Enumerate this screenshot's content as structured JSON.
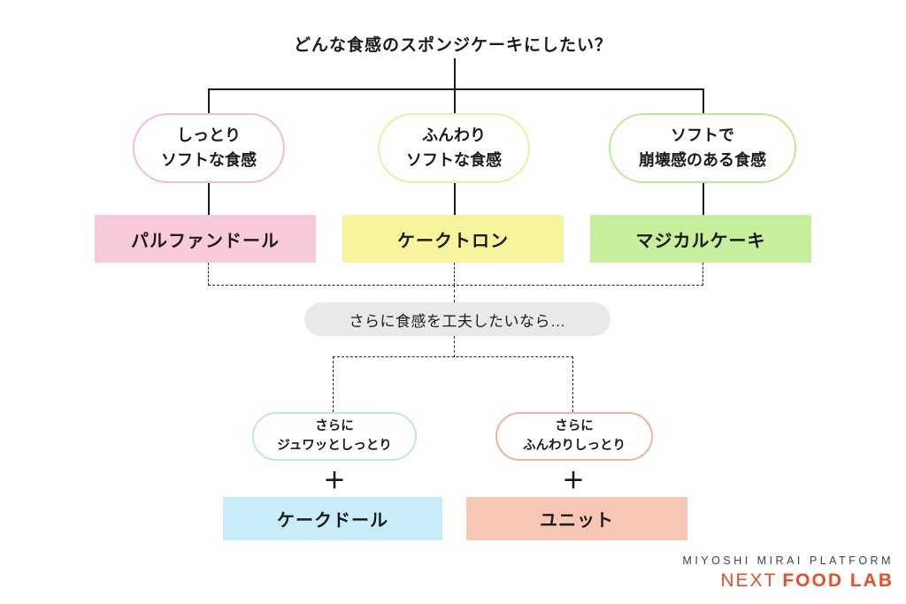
{
  "title": "どんな食感のスポンジケーキにしたい？",
  "branches": [
    {
      "texture_line1": "しっとり",
      "texture_line2": "ソフトな食感",
      "product": "パルファンドール",
      "border_color": "#f7bad4",
      "fill_color": "#f9c9dc"
    },
    {
      "texture_line1": "ふんわり",
      "texture_line2": "ソフトな食感",
      "product": "ケークトロン",
      "border_color": "#f0ed9c",
      "fill_color": "#f7f49e"
    },
    {
      "texture_line1": "ソフトで",
      "texture_line2": "崩壊感のある食感",
      "product": "マジカルケーキ",
      "border_color": "#bfe795",
      "fill_color": "#c6ee9b"
    }
  ],
  "more_note": "さらに食感を工夫したいなら…",
  "plus_sign": "＋",
  "sub_branches": [
    {
      "texture_line1": "さらに",
      "texture_line2": "ジュワッとしっとり",
      "product": "ケークドール",
      "border_color": "#bde5f0",
      "fill_color": "#c9edf8"
    },
    {
      "texture_line1": "さらに",
      "texture_line2": "ふんわりしっとり",
      "product": "ユニット",
      "border_color": "#f0b49c",
      "fill_color": "#f8c6b4"
    }
  ],
  "footer": {
    "platform": "MIYOSHI MIRAI PLATFORM",
    "brand_light": "NEXT",
    "brand_bold": "FOOD LAB",
    "platform_color": "#39434e",
    "brand_color": "#e4502a"
  }
}
